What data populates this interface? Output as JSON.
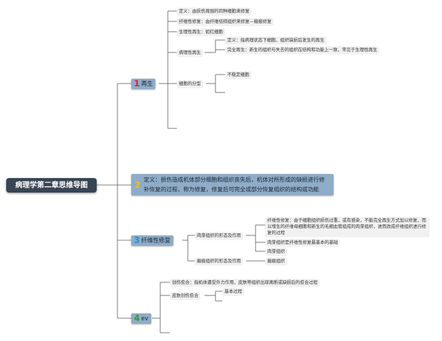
{
  "root": {
    "title": "病理学第二章思维导图"
  },
  "branch1": {
    "num": "1",
    "label": "再生",
    "items": {
      "definition": "定义：由损伤周围的同种细胞来修复",
      "fibrous": "纤维性修复：由纤维结缔组织来修复—瘢痕修复",
      "physiological": "生理性再生：如红细胞",
      "pathological": {
        "label": "病理性再生",
        "definition": "定义：指病理状态下细胞、组织缺损后发生的再生",
        "complete": "完全再生：新生的组织与失去的组织在结构和功能上一致，常见于生理性再生"
      },
      "cell_division": {
        "label": "细胞的分型",
        "unstable": "不稳定细胞"
      }
    }
  },
  "branch2": {
    "num": "2",
    "text": "定义：损伤造成机体部分细胞和组织丧失后，机体对所形成的缺损进行修补恢复的过程，称为修复，修复后可完全或部分恢复组织的结构或功能"
  },
  "branch3": {
    "num": "3",
    "label": "纤维性修复",
    "granulation": {
      "label": "肉芽组织的形态及作用",
      "item1": "纤维性修复：由于细胞组织损伤过重，或有感染，不能完全再生方式加以修复，而以增生的纤维母细胞和新生的毛细血管组成的肉芽组织，进而改成纤维组织进行修复的过程",
      "item2": "肉芽组织是纤维性修复最基本的基础",
      "item3": "肉芽组织"
    },
    "scar": {
      "label": "瘢痕组织的形态及作用",
      "item1": "瘢痕组织"
    }
  },
  "branch4": {
    "num": "4",
    "label": "ev",
    "definition": "创伤愈合：指机体遭受外力作用，皮肤等组织出现离断或缺损后的愈合过程",
    "skin": {
      "label": "皮肤创伤愈合",
      "basic": "基本过程"
    }
  }
}
